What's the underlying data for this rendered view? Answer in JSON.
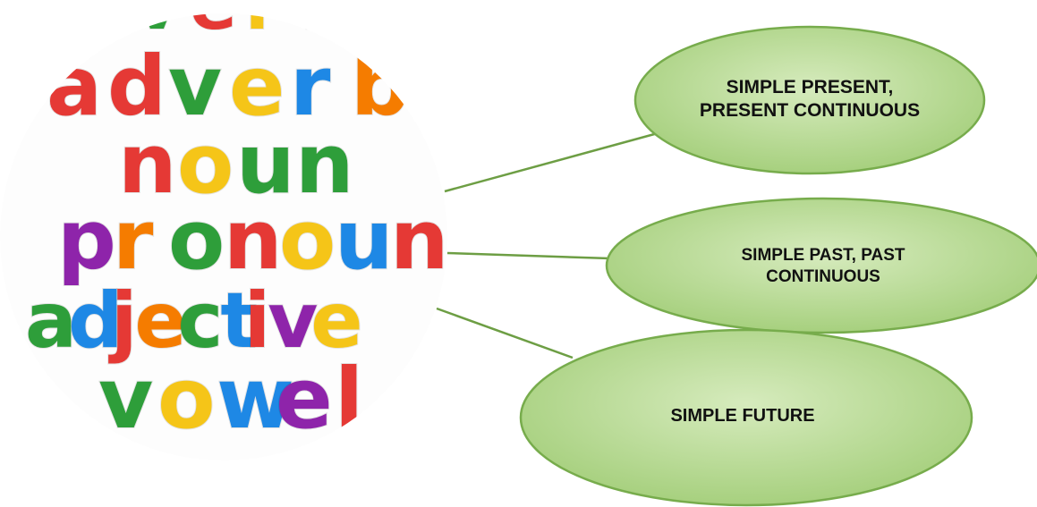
{
  "image": {
    "words": [
      {
        "text": "verb",
        "partial": true,
        "letter_colors": [
          "#2e9e3a",
          "#e53935",
          "#f5c518",
          "#1e88e5"
        ]
      },
      {
        "text": "adverb",
        "letter_colors": [
          "#e53935",
          "#e53935",
          "#2e9e3a",
          "#f5c518",
          "#1e88e5",
          "#f57c00"
        ]
      },
      {
        "text": "noun",
        "letter_colors": [
          "#e53935",
          "#f5c518",
          "#2e9e3a",
          "#2e9e3a"
        ]
      },
      {
        "text": "pronoun",
        "letter_colors": [
          "#8e24aa",
          "#f57c00",
          "#2e9e3a",
          "#e53935",
          "#f5c518",
          "#1e88e5",
          "#e53935"
        ]
      },
      {
        "text": "adjective",
        "letter_colors": [
          "#2e9e3a",
          "#1e88e5",
          "#e53935",
          "#f57c00",
          "#2e9e3a",
          "#1e88e5",
          "#e53935",
          "#8e24aa",
          "#f5c518"
        ]
      },
      {
        "text": "vowel",
        "letter_colors": [
          "#2e9e3a",
          "#f5c518",
          "#1e88e5",
          "#8e24aa",
          "#e53935"
        ]
      }
    ]
  },
  "ovals": [
    {
      "label": "SIMPLE PRESENT, PRESENT CONTINUOUS"
    },
    {
      "label": "SIMPLE PAST, PAST CONTINUOUS"
    },
    {
      "label": "SIMPLE FUTURE"
    }
  ],
  "colors": {
    "oval_fill_light": "#d6ebbd",
    "oval_fill_dark": "#a5cf7c",
    "oval_stroke": "#77ac4c",
    "connector": "#6d9e44"
  }
}
